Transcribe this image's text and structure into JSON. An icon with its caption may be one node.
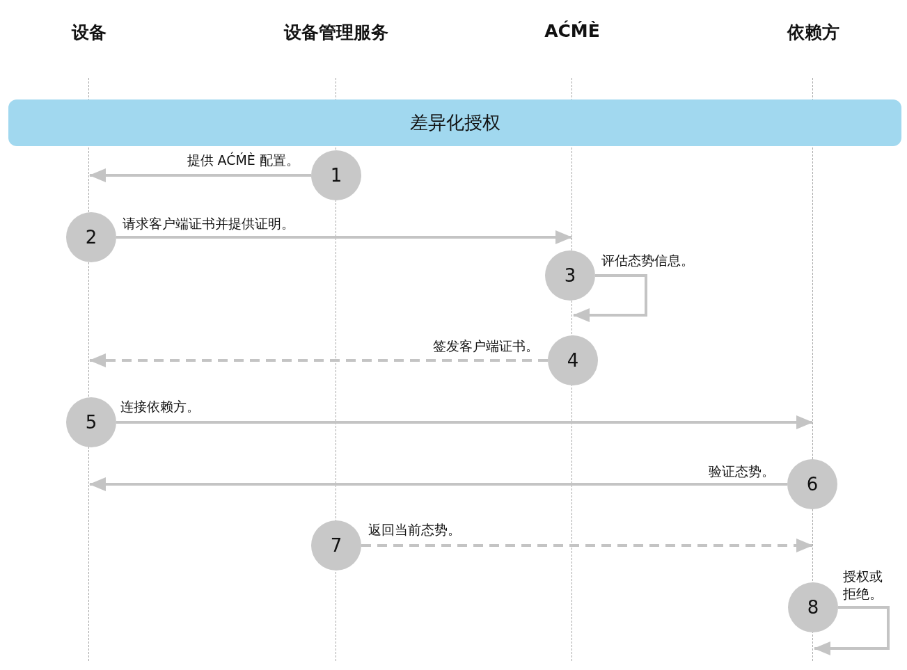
{
  "diagram": {
    "nodes": [
      {
        "text": [
          "设备"
        ]
      },
      {
        "text": [
          "设备管理服务"
        ]
      },
      {
        "text": [
          "AĆḾÈ"
        ]
      },
      {
        "text": [
          "依赖方"
        ]
      },
      {
        "text": [
          "差异化授权"
        ]
      },
      {
        "text": [
          "1"
        ]
      },
      {
        "text": [
          "2"
        ]
      },
      {
        "text": [
          "3"
        ]
      },
      {
        "text": [
          "4"
        ]
      },
      {
        "text": [
          "5"
        ]
      },
      {
        "text": [
          "6"
        ]
      },
      {
        "text": [
          "7"
        ]
      },
      {
        "text": [
          "8"
        ]
      }
    ],
    "edges": [
      {
        "from": 5,
        "to": 0,
        "arrow": "to",
        "label": "提供 AĆḾÈ 配置。"
      },
      {
        "from": 6,
        "to": 2,
        "arrow": "to",
        "label": "请求客户端证书并提供证明。"
      },
      {
        "from": 7,
        "to": 2,
        "arrow": "to",
        "label": "评估态势信息。"
      },
      {
        "from": 8,
        "to": 0,
        "arrow": "to",
        "style": "dashed",
        "label": "签发客户端证书。"
      },
      {
        "from": 9,
        "to": 3,
        "arrow": "to",
        "label": "连接依赖方。"
      },
      {
        "from": 10,
        "to": 0,
        "arrow": "to",
        "label": "验证态势。"
      },
      {
        "from": 11,
        "to": 3,
        "arrow": "to",
        "style": "dashed",
        "label": "返回当前态势。"
      },
      {
        "from": 12,
        "to": 3,
        "arrow": "to",
        "label": "授权或拒绝。"
      }
    ]
  }
}
